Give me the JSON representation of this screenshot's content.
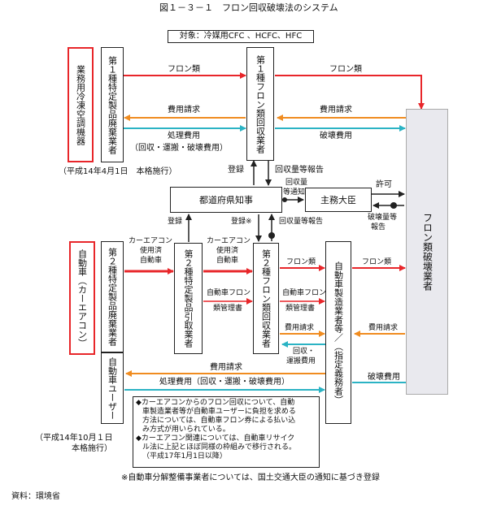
{
  "title": "図１－３－１　フロン回収破壊法のシステム",
  "target": "対象：冷媒用CFC 、HCFC、HFC",
  "boxes": {
    "business_ac": "業務用冷凍空調機器",
    "type1_disposer": "第１種特定製品廃棄業者",
    "type1_collector": "第１種フロン類回収業者",
    "destroyer": "フロン類破壊業者",
    "governor": "都道府県知事",
    "minister": "主務大臣",
    "automobile": "自動車（カーエアコン）",
    "type2_disposer": "第２種特定製品廃棄業者",
    "type2_taker": "第２種特定製品引取業者",
    "type2_collector": "第２種フロン類回収業者",
    "car_maker": "自動車製造業者等／（指定義務者）",
    "car_user": "自動車ユーザー"
  },
  "labels": {
    "freon_1": "フロン類",
    "freon_2": "フロン類",
    "cost_request_1": "費用請求",
    "cost_request_2": "費用請求",
    "processing_cost_1": "処理費用",
    "processing_cost_1b": "（回収・運搬・破壊費用）",
    "destruction_cost_1": "破壊費用",
    "enforce_1": "（平成14年4月1日　本格施行）",
    "register_1": "登録",
    "report_volume": "回収量等報告",
    "report_notice_1": "回収量",
    "report_notice_2": "等通知",
    "permit": "許可",
    "destroy_report_1": "破壊量等",
    "destroy_report_2": "報告",
    "register_2": "登録",
    "register_3": "登録※",
    "report_volume_2": "回収量等報告",
    "car_ac_1": "カーエアコン",
    "car_ac_2": "使用済",
    "car_ac_3": "自動車",
    "car_ac_4": "カーエアコン",
    "car_ac_5": "使用済",
    "car_ac_6": "自動車",
    "ticket_1a": "自動車フロン",
    "ticket_1b": "類管理書",
    "ticket_2a": "自動車フロン",
    "ticket_2b": "類管理書",
    "freon_3": "フロン類",
    "freon_4": "フロン類",
    "cost_request_3": "費用請求",
    "collect_cost_1": "回収・",
    "collect_cost_2": "運搬費用",
    "cost_request_4": "費用請求",
    "cost_request_5": "費用請求",
    "processing_cost_2": "処理費用（回収・運搬・破壊費用）",
    "destruction_cost_2": "破壊費用",
    "enforce_2a": "（平成14年10月１日",
    "enforce_2b": "本格施行）"
  },
  "notes": [
    "◆カーエアコンからのフロン回収について、自動",
    "車製造業者等が自動車ユーザーに負担を求める",
    "方法については、自動車フロン券による払い込",
    "み方式が用いられている。",
    "◆カーエアコン関連については、自動車リサイク",
    "ル法に上記とほぼ同様の枠組みで移行される。",
    "（平成17年1月1日以降）"
  ],
  "footnote": "※自動車分解整備事業者については、国土交通大臣の通知に基づき登録",
  "source": "資料：環境省",
  "colors": {
    "freon": "#e8262a",
    "cost_request": "#f08c20",
    "processing_cost": "#2bb3c4",
    "black": "#222222",
    "destroyer_bg": "#e9e9ee"
  }
}
